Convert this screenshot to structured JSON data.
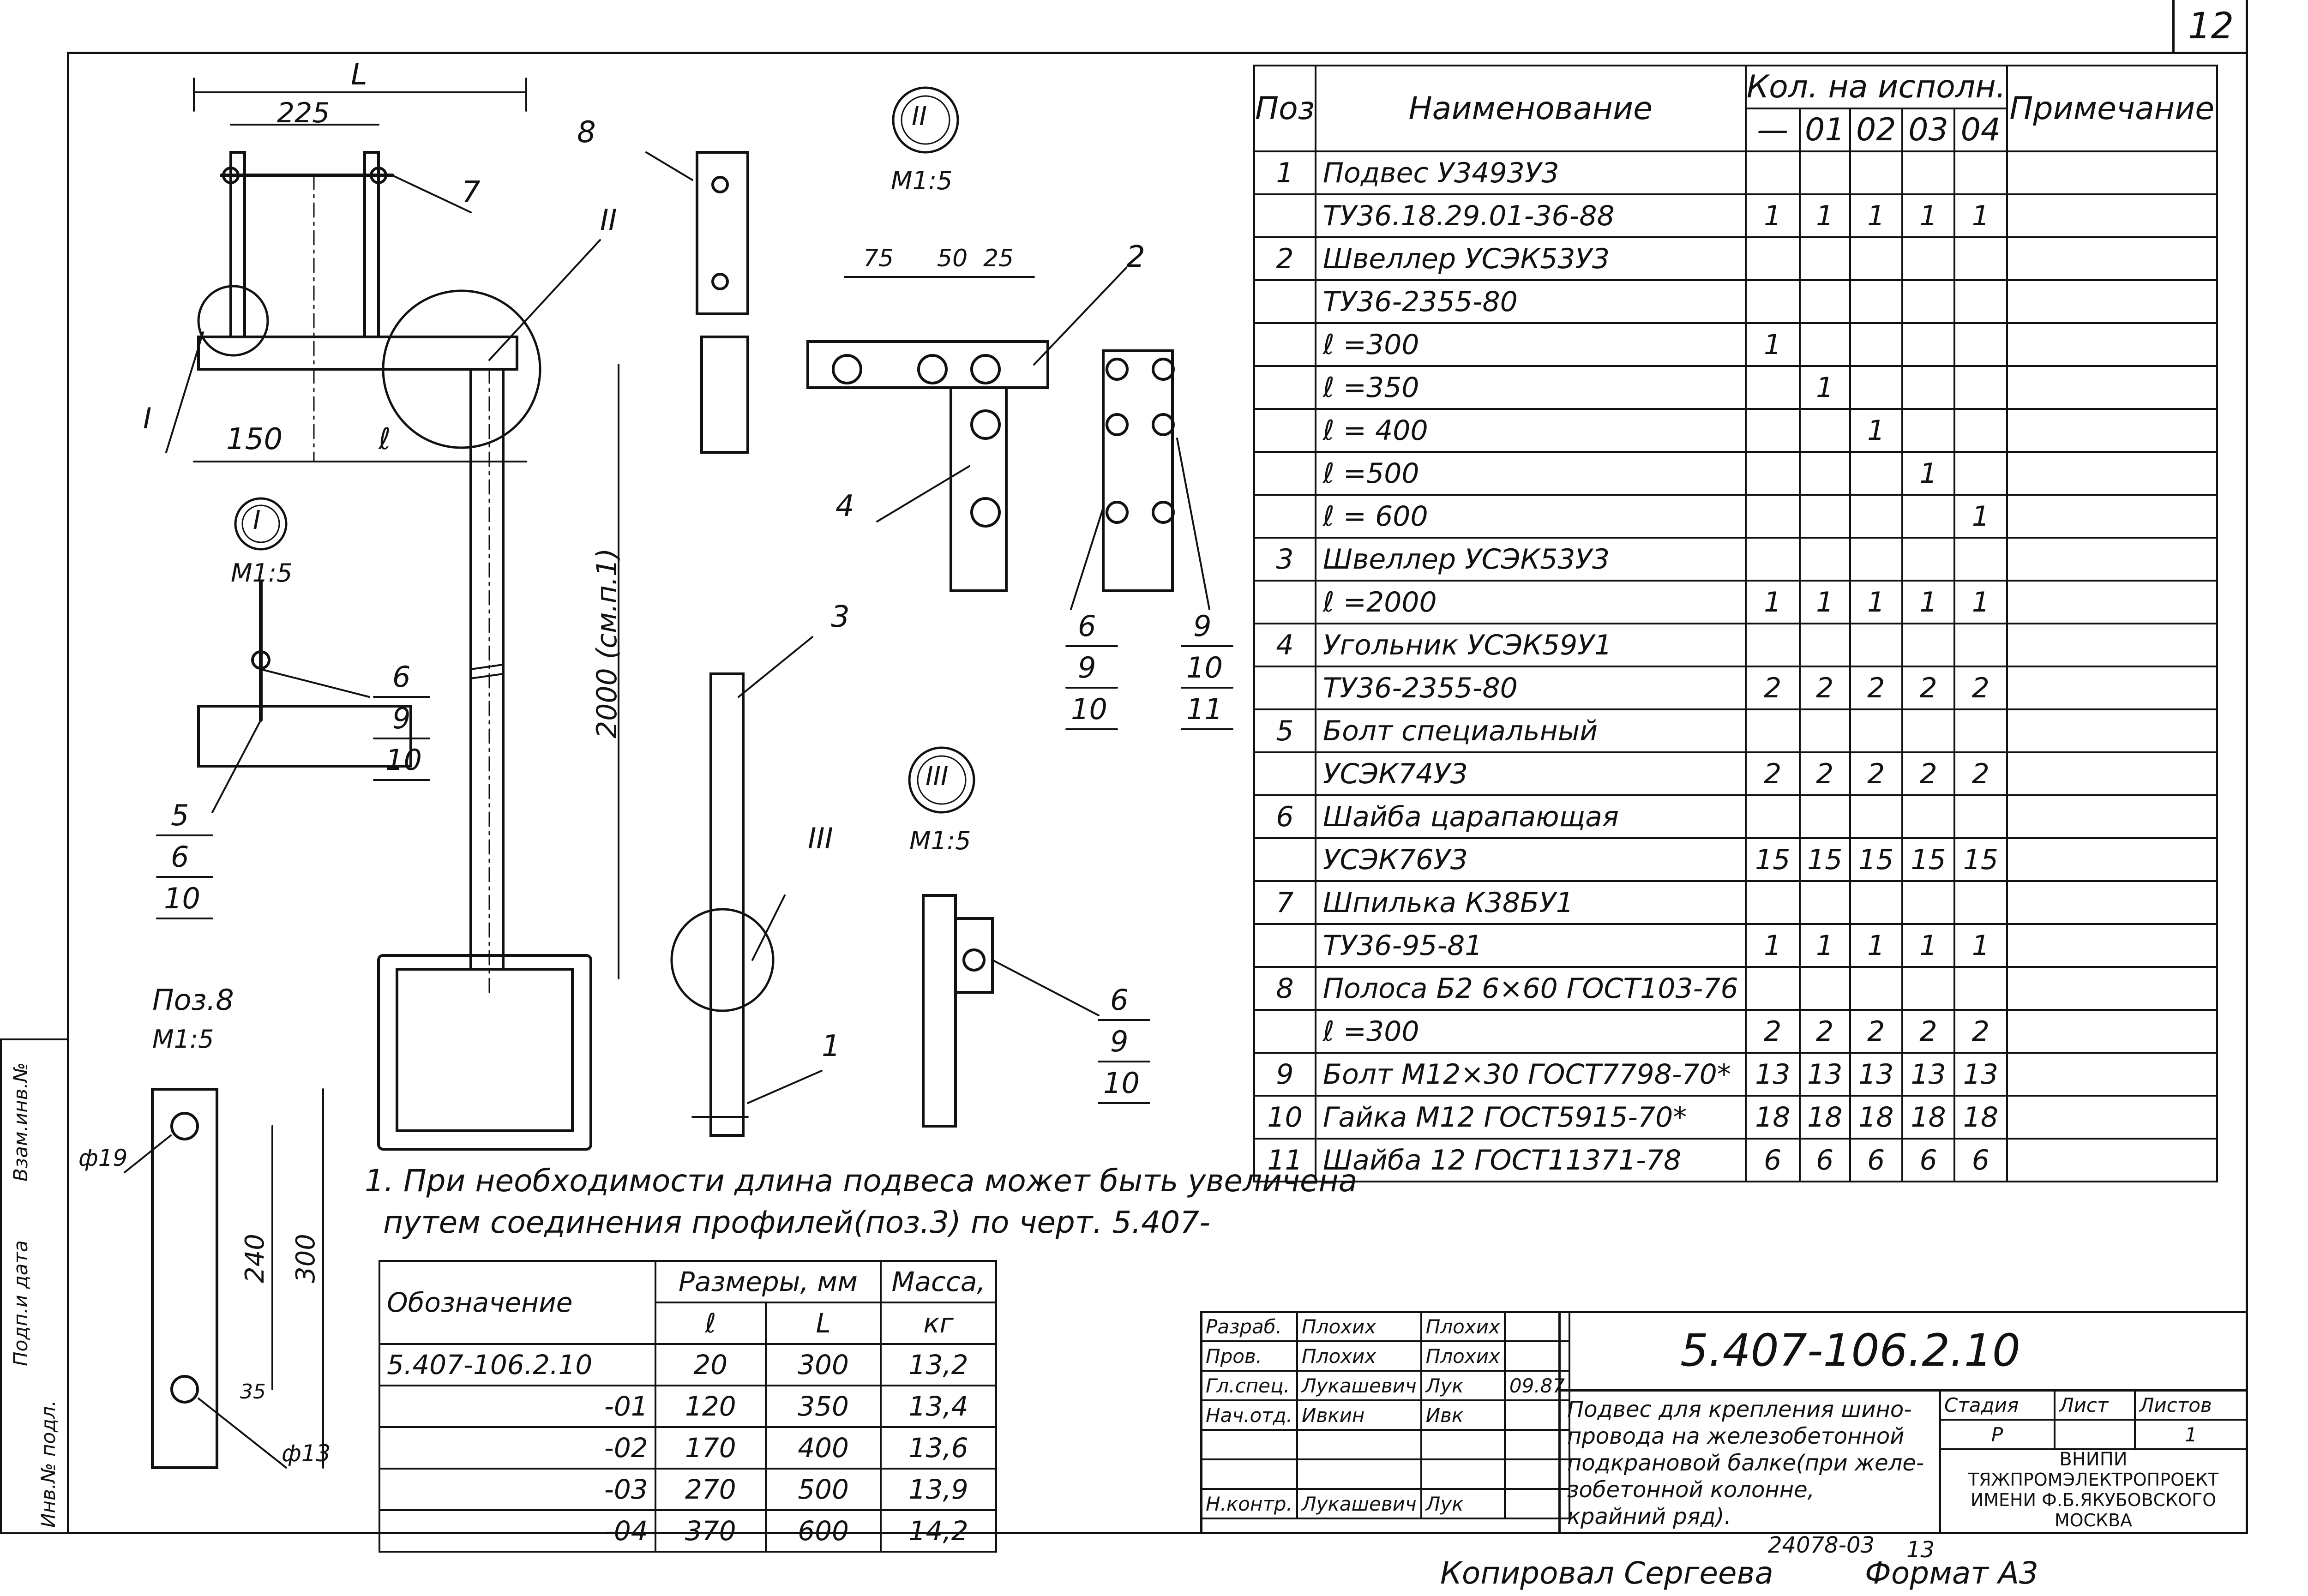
{
  "sheet": {
    "number": "12",
    "notes": [
      "1. При необходимости длина подвеса может быть увеличена",
      "путем соединения профилей(поз.3) по черт. 5.407-"
    ],
    "copied_by": "Копировал Сергеева",
    "format": "Формат А3",
    "archive_no": "24078-03",
    "archive_page": "13",
    "side_stamp": [
      "Взам.инв.№",
      "Подп.и дата",
      "Инв.№ подл."
    ]
  },
  "drawing": {
    "dims": {
      "L": "L",
      "d225": "225",
      "d150": "150",
      "l": "ℓ",
      "d2000": "2000 (см.п.1)",
      "d75": "75",
      "d50": "50",
      "d25": "25",
      "d19": "ф19",
      "d240": "240",
      "d300": "300",
      "d13": "ф13",
      "d35": "35"
    },
    "views": {
      "I": "I",
      "II": "II",
      "III": "III",
      "scale": "М1:5",
      "pos8": "Поз.8"
    },
    "callouts": {
      "c1": "1",
      "c2": "2",
      "c3": "3",
      "c4": "4",
      "c7": "7",
      "c8": "8",
      "grp_I_a": [
        "6",
        "9",
        "10"
      ],
      "grp_I_b": [
        "5",
        "6",
        "10"
      ],
      "grp_II_a": [
        "6",
        "9",
        "10"
      ],
      "grp_II_b": [
        "9",
        "10",
        "11"
      ],
      "grp_III": [
        "6",
        "9",
        "10"
      ]
    }
  },
  "spec_table": {
    "headers": {
      "pos": "Поз",
      "name": "Наименование",
      "qty": "Кол. на исполн.",
      "note": "Примечание",
      "variants": [
        "—",
        "01",
        "02",
        "03",
        "04"
      ]
    },
    "rows": [
      {
        "pos": "1",
        "name": "Подвес У3493У3",
        "q": [
          "",
          "",
          "",
          "",
          ""
        ]
      },
      {
        "pos": "",
        "name": "ТУ36.18.29.01-36-88",
        "q": [
          "1",
          "1",
          "1",
          "1",
          "1"
        ]
      },
      {
        "pos": "2",
        "name": "Швеллер УСЭК53У3",
        "q": [
          "",
          "",
          "",
          "",
          ""
        ]
      },
      {
        "pos": "",
        "name": "ТУ36-2355-80",
        "q": [
          "",
          "",
          "",
          "",
          ""
        ]
      },
      {
        "pos": "",
        "name": "ℓ =300",
        "q": [
          "1",
          "",
          "",
          "",
          ""
        ]
      },
      {
        "pos": "",
        "name": "ℓ =350",
        "q": [
          "",
          "1",
          "",
          "",
          ""
        ]
      },
      {
        "pos": "",
        "name": "ℓ = 400",
        "q": [
          "",
          "",
          "1",
          "",
          ""
        ]
      },
      {
        "pos": "",
        "name": "ℓ =500",
        "q": [
          "",
          "",
          "",
          "1",
          ""
        ]
      },
      {
        "pos": "",
        "name": "ℓ = 600",
        "q": [
          "",
          "",
          "",
          "",
          "1"
        ]
      },
      {
        "pos": "3",
        "name": "Швеллер УСЭК53У3",
        "q": [
          "",
          "",
          "",
          "",
          ""
        ]
      },
      {
        "pos": "",
        "name": "ℓ =2000",
        "q": [
          "1",
          "1",
          "1",
          "1",
          "1"
        ]
      },
      {
        "pos": "4",
        "name": "Угольник УСЭК59У1",
        "q": [
          "",
          "",
          "",
          "",
          ""
        ]
      },
      {
        "pos": "",
        "name": "ТУ36-2355-80",
        "q": [
          "2",
          "2",
          "2",
          "2",
          "2"
        ]
      },
      {
        "pos": "5",
        "name": "Болт специальный",
        "q": [
          "",
          "",
          "",
          "",
          ""
        ]
      },
      {
        "pos": "",
        "name": "УСЭК74У3",
        "q": [
          "2",
          "2",
          "2",
          "2",
          "2"
        ]
      },
      {
        "pos": "6",
        "name": "Шайба царапающая",
        "q": [
          "",
          "",
          "",
          "",
          ""
        ]
      },
      {
        "pos": "",
        "name": "УСЭК76У3",
        "q": [
          "15",
          "15",
          "15",
          "15",
          "15"
        ]
      },
      {
        "pos": "7",
        "name": "Шпилька К38БУ1",
        "q": [
          "",
          "",
          "",
          "",
          ""
        ]
      },
      {
        "pos": "",
        "name": "ТУ36-95-81",
        "q": [
          "1",
          "1",
          "1",
          "1",
          "1"
        ]
      },
      {
        "pos": "8",
        "name": "Полоса Б2 6×60 ГОСТ103-76",
        "q": [
          "",
          "",
          "",
          "",
          ""
        ]
      },
      {
        "pos": "",
        "name": "ℓ =300",
        "q": [
          "2",
          "2",
          "2",
          "2",
          "2"
        ]
      },
      {
        "pos": "9",
        "name": "Болт М12×30 ГОСТ7798-70*",
        "q": [
          "13",
          "13",
          "13",
          "13",
          "13"
        ]
      },
      {
        "pos": "10",
        "name": "Гайка М12 ГОСТ5915-70*",
        "q": [
          "18",
          "18",
          "18",
          "18",
          "18"
        ]
      },
      {
        "pos": "11",
        "name": "Шайба 12 ГОСТ11371-78",
        "q": [
          "6",
          "6",
          "6",
          "6",
          "6"
        ]
      }
    ]
  },
  "dims_table": {
    "headers": {
      "designation": "Обозначение",
      "sizes": "Размеры, мм",
      "mass": "Масса,",
      "mass_unit": "кг",
      "l": "ℓ",
      "L": "L"
    },
    "rows": [
      {
        "d": "5.407-106.2.10",
        "l": "20",
        "L": "300",
        "m": "13,2"
      },
      {
        "d": "-01",
        "l": "120",
        "L": "350",
        "m": "13,4"
      },
      {
        "d": "-02",
        "l": "170",
        "L": "400",
        "m": "13,6"
      },
      {
        "d": "-03",
        "l": "270",
        "L": "500",
        "m": "13,9"
      },
      {
        "d": "-04",
        "l": "370",
        "L": "600",
        "m": "14,2"
      }
    ]
  },
  "title_block": {
    "code": "5.407-106.2.10",
    "title": [
      "Подвес для крепления шино-",
      "провода на железобетонной",
      "подкрановой балке(при желе-",
      "зобетонной колонне,",
      "крайний ряд)."
    ],
    "roles": [
      {
        "role": "Разраб.",
        "name": "Плохих",
        "sign": "Плохих",
        "date": ""
      },
      {
        "role": "Пров.",
        "name": "Плохих",
        "sign": "Плохих",
        "date": ""
      },
      {
        "role": "Гл.спец.",
        "name": "Лукашевич",
        "sign": "Лук",
        "date": "09.87"
      },
      {
        "role": "Нач.отд.",
        "name": "Ивкин",
        "sign": "Ивк",
        "date": ""
      },
      {
        "role": "Н.контр.",
        "name": "Лукашевич",
        "sign": "Лук",
        "date": ""
      }
    ],
    "stage_label": "Стадия",
    "sheet_label": "Лист",
    "sheets_label": "Листов",
    "stage": "Р",
    "sheet_no": "",
    "sheets_total": "1",
    "org": [
      "ВНИПИ",
      "ТЯЖПРОМЭЛЕКТРОПРОЕКТ",
      "ИМЕНИ Ф.Б.ЯКУБОВСКОГО",
      "МОСКВА"
    ]
  }
}
